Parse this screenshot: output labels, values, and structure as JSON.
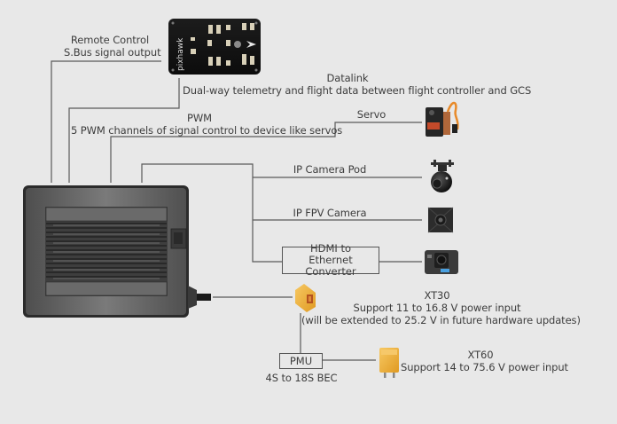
{
  "diagram": {
    "title": "Wiring diagram",
    "flight_controller": {
      "name": "Pixhawk",
      "logo_text": "pixhawk"
    },
    "connections": {
      "remote_control": {
        "title": "Remote Control",
        "description": "S.Bus signal output"
      },
      "datalink": {
        "title": "Datalink",
        "description": "Dual-way telemetry and flight data between flight controller and GCS"
      },
      "pwm": {
        "title": "PWM",
        "description": "5 PWM channels of signal control to device like servos"
      },
      "servo": {
        "title": "Servo"
      },
      "ip_camera_pod": {
        "title": "IP Camera Pod"
      },
      "ip_fpv_camera": {
        "title": "IP FPV Camera"
      },
      "hdmi_converter": {
        "line1": "HDMI to",
        "line2": "Ethernet Converter"
      },
      "xt30": {
        "title": "XT30",
        "line1": "Support 11 to 16.8 V power input",
        "line2": "(will be extended to 25.2 V in future hardware updates)"
      },
      "pmu": {
        "title": "PMU",
        "description": "4S to 18S BEC"
      },
      "xt60": {
        "title": "XT60",
        "description": "Support 14 to 75.6 V power input"
      }
    },
    "colors": {
      "background": "#e8e8e8",
      "line": "#555555",
      "device_dark": "#3a3a3a",
      "connector_yellow": "#f2b33d",
      "servo_orange": "#e88a2a"
    }
  }
}
